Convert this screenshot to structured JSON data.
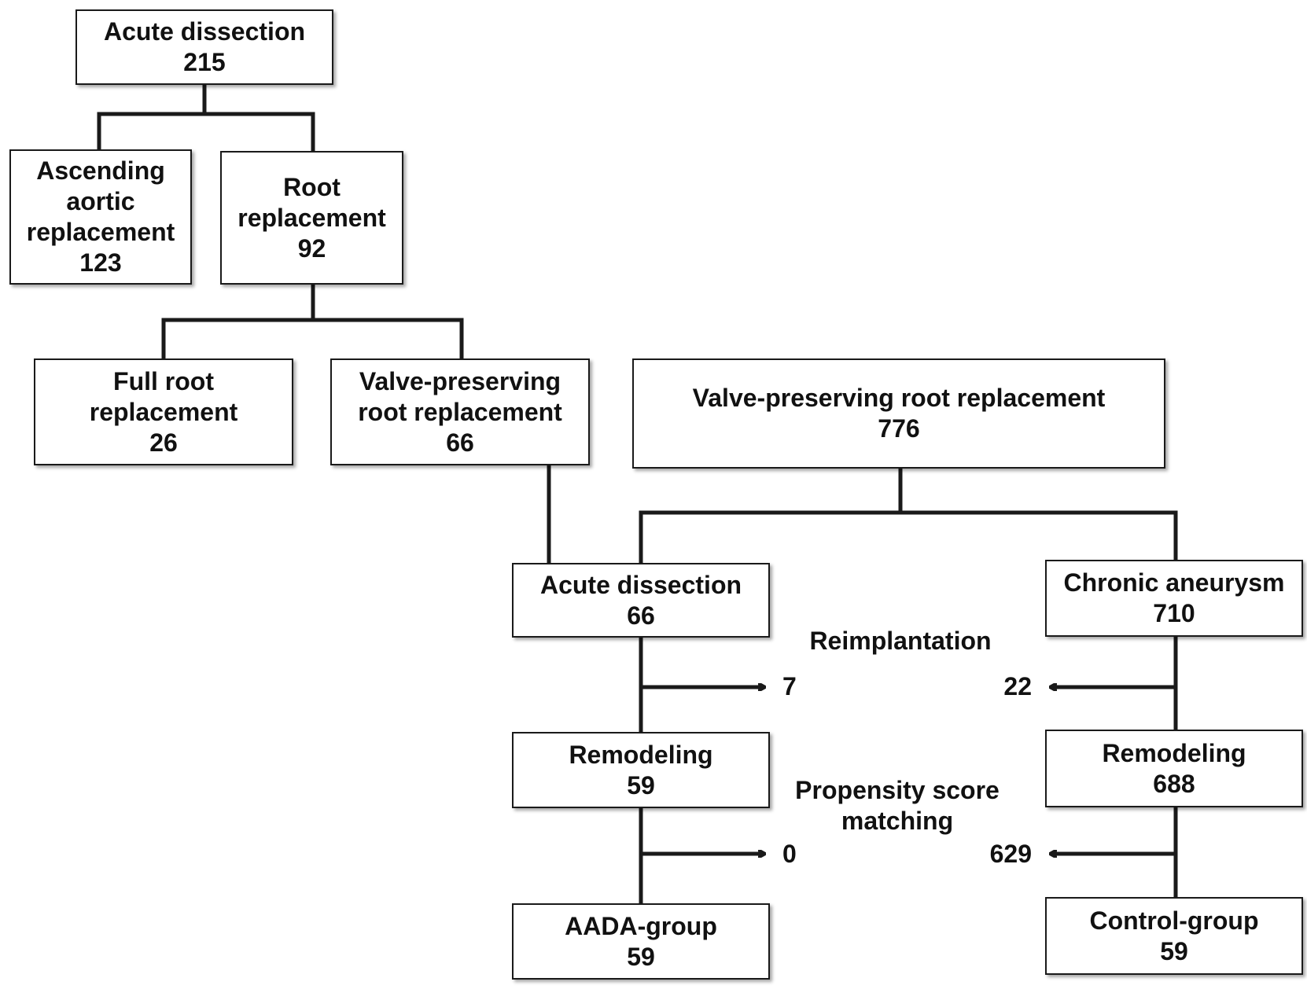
{
  "colors": {
    "line": "#1a1a1a",
    "text": "#111111",
    "box_fill": "#ffffff"
  },
  "boxes": {
    "acute_dissection_top": {
      "title": "Acute dissection",
      "count": "215"
    },
    "ascending_aortic": {
      "line1": "Ascending",
      "line2": "aortic",
      "line3": "replacement",
      "count": "123"
    },
    "root_replacement": {
      "line1": "Root",
      "line2": "replacement",
      "count": "92"
    },
    "full_root": {
      "line1": "Full root",
      "line2": "replacement",
      "count": "26"
    },
    "valve_preserving_left": {
      "line1": "Valve-preserving",
      "line2": "root replacement",
      "count": "66"
    },
    "valve_preserving_right": {
      "title": "Valve-preserving root replacement",
      "count": "776"
    },
    "acute_dissection_mid": {
      "title": "Acute dissection",
      "count": "66"
    },
    "chronic_aneurysm": {
      "title": "Chronic aneurysm",
      "count": "710"
    },
    "remodeling_left": {
      "title": "Remodeling",
      "count": "59"
    },
    "remodeling_right": {
      "title": "Remodeling",
      "count": "688"
    },
    "aada_group": {
      "title": "AADA-group",
      "count": "59"
    },
    "control_group": {
      "title": "Control-group",
      "count": "59"
    }
  },
  "labels": {
    "reimplantation": "Reimplantation",
    "reimplantation_left_count": "7",
    "reimplantation_right_count": "22",
    "psm_line1": "Propensity score",
    "psm_line2": "matching",
    "psm_left_count": "0",
    "psm_right_count": "629"
  }
}
